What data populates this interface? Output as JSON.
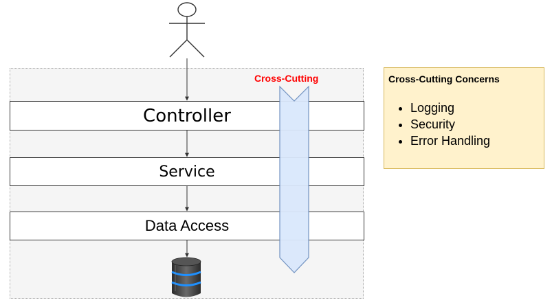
{
  "layers": {
    "controller": "Controller",
    "service": "Service",
    "data_access": "Data Access"
  },
  "cross_cutting_label": "Cross-Cutting",
  "concerns_note": {
    "title": "Cross-Cutting Concerns",
    "items": [
      "Logging",
      "Security",
      "Error Handling"
    ]
  },
  "icons": {
    "actor": "stick-figure-user-icon",
    "database": "database-icon"
  },
  "colors": {
    "cross_cutting_label": "#ff0000",
    "cross_cutting_arrow_fill": "#dae8fc",
    "cross_cutting_arrow_stroke": "#6c8ebf",
    "note_fill": "#fff2cc",
    "note_stroke": "#d6b656",
    "container_fill": "#f5f5f5"
  }
}
